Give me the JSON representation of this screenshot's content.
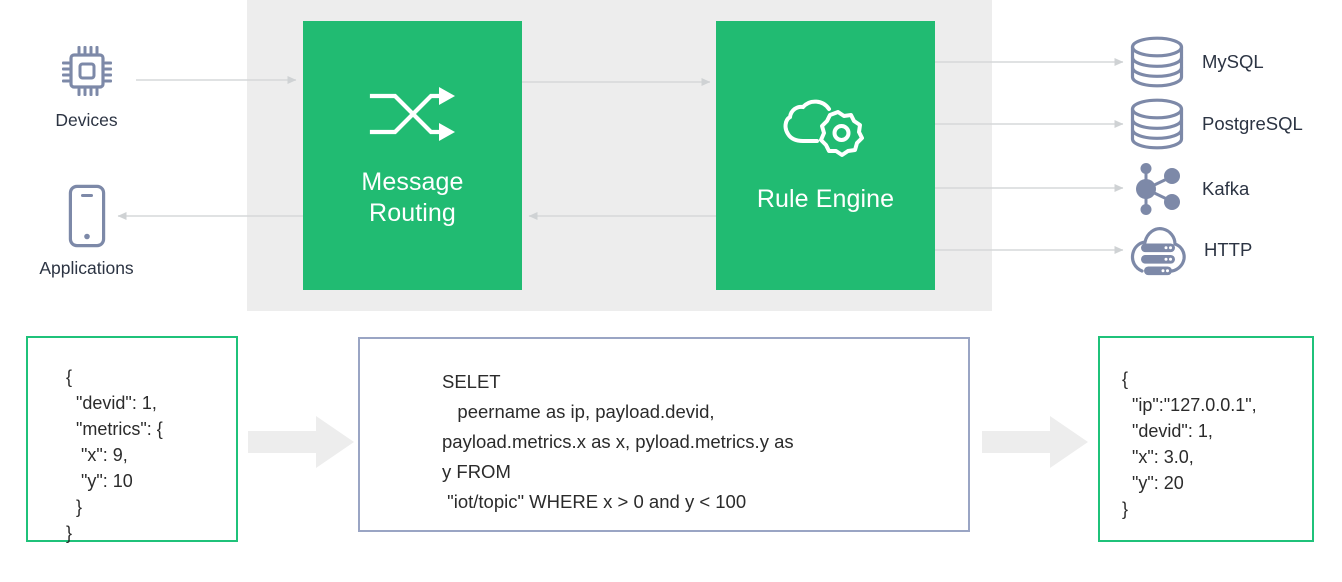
{
  "diagram": {
    "title": "EMQX message routing and rule engine data flow",
    "colors": {
      "process_green": "#21bb72",
      "panel_gray": "#ededed",
      "icon_slate": "#7d89a8",
      "text_dark": "#2c3443",
      "arrow_gray": "#d2d4d6",
      "block_arrow_gray": "#ededed",
      "border_green": "#1fc27a",
      "border_blue": "#9aa5c4"
    }
  },
  "sources": [
    {
      "id": "devices",
      "label": "Devices",
      "icon": "chip-icon"
    },
    {
      "id": "applications",
      "label": "Applications",
      "icon": "smartphone-icon"
    }
  ],
  "processes": [
    {
      "id": "message-routing",
      "label": "Message\nRouting",
      "icon": "shuffle-icon"
    },
    {
      "id": "rule-engine",
      "label": "Rule Engine",
      "icon": "cloud-gear-icon"
    }
  ],
  "sinks": [
    {
      "id": "mysql",
      "label": "MySQL",
      "icon": "database-icon"
    },
    {
      "id": "postgresql",
      "label": "PostgreSQL",
      "icon": "database-icon"
    },
    {
      "id": "kafka",
      "label": "Kafka",
      "icon": "kafka-nodes-icon"
    },
    {
      "id": "http",
      "label": "HTTP",
      "icon": "cloud-server-icon"
    }
  ],
  "code_boxes": {
    "input": {
      "id": "input-payload",
      "text": "{\n  \"devid\": 1,\n  \"metrics\": {\n   \"x\": 9,\n   \"y\": 10\n  }\n}"
    },
    "sql": {
      "id": "rule-sql",
      "text": "SELET\n   peername as ip, payload.devid,\npayload.metrics.x as x, pyload.metrics.y as\ny FROM\n \"iot/topic\" WHERE x > 0 and y < 100"
    },
    "output": {
      "id": "output-payload",
      "text": "{\n  \"ip\":\"127.0.0.1\",\n  \"devid\": 1,\n  \"x\": 3.0,\n  \"y\": 20\n}"
    }
  },
  "flow_arrows": [
    {
      "id": "devices-to-routing",
      "from": "devices",
      "to": "message-routing"
    },
    {
      "id": "routing-to-applications",
      "from": "message-routing",
      "to": "applications"
    },
    {
      "id": "routing-to-rule-engine",
      "from": "message-routing",
      "to": "rule-engine"
    },
    {
      "id": "rule-engine-to-routing",
      "from": "rule-engine",
      "to": "message-routing"
    },
    {
      "id": "rule-engine-to-mysql",
      "from": "rule-engine",
      "to": "mysql"
    },
    {
      "id": "rule-engine-to-postgresql",
      "from": "rule-engine",
      "to": "postgresql"
    },
    {
      "id": "rule-engine-to-kafka",
      "from": "rule-engine",
      "to": "kafka"
    },
    {
      "id": "rule-engine-to-http",
      "from": "rule-engine",
      "to": "http"
    },
    {
      "id": "input-to-sql",
      "from": "input-payload",
      "to": "rule-sql"
    },
    {
      "id": "sql-to-output",
      "from": "rule-sql",
      "to": "output-payload"
    }
  ]
}
